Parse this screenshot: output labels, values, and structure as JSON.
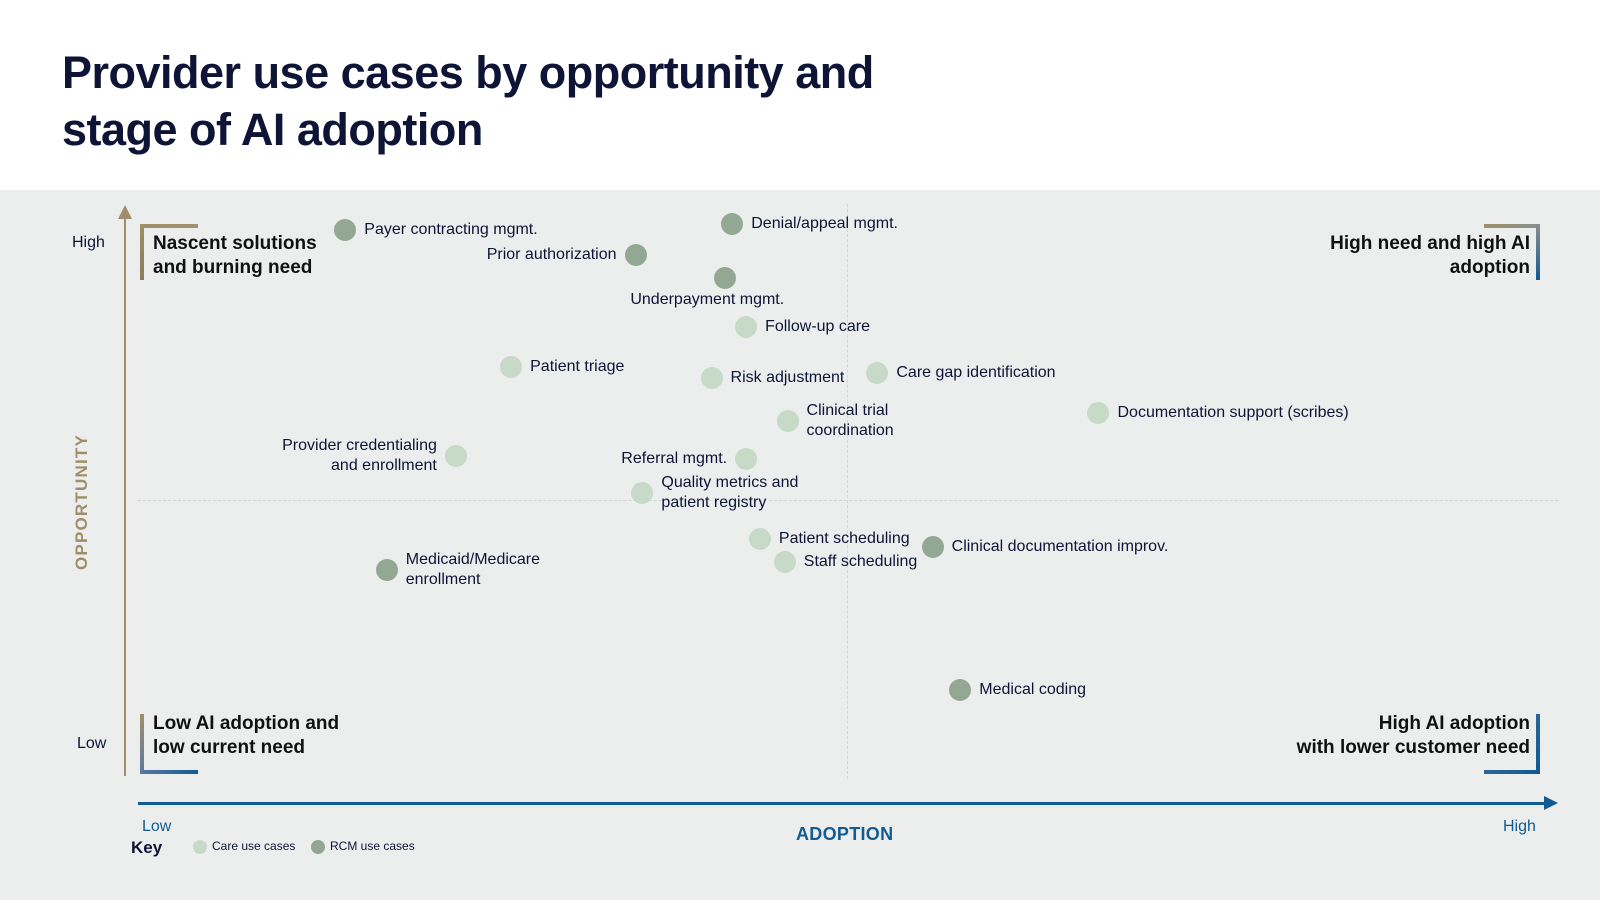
{
  "title": "Provider use cases by opportunity and\nstage of AI adoption",
  "colors": {
    "care": "#c6dac7",
    "rcm": "#93a893",
    "panel_background": "#eceeed",
    "title_text": "#0d1436",
    "y_axis": "#9e8f6a",
    "x_axis": "#125a92"
  },
  "axes": {
    "x_title": "ADOPTION",
    "y_title": "OPPORTUNITY",
    "x_low": "Low",
    "x_high": "High",
    "y_low": "Low",
    "y_high": "High"
  },
  "quadrants": [
    {
      "id": "top-left",
      "label": "Nascent solutions\nand burning need"
    },
    {
      "id": "top-right",
      "label": "High need and high AI\nadoption"
    },
    {
      "id": "bottom-left",
      "label": "Low AI adoption and\nlow current need"
    },
    {
      "id": "bottom-right",
      "label": "High AI adoption\nwith lower customer need"
    }
  ],
  "legend": {
    "key_label": "Key",
    "items": [
      {
        "label": "Care use cases",
        "category": "care"
      },
      {
        "label": "RCM use cases",
        "category": "rcm"
      }
    ]
  },
  "chart_data": {
    "type": "scatter",
    "title": "Provider use cases by opportunity and stage of AI adoption",
    "xlabel": "ADOPTION",
    "ylabel": "OPPORTUNITY",
    "xlim": [
      0,
      100
    ],
    "ylim": [
      0,
      100
    ],
    "xticks": [
      "Low",
      "High"
    ],
    "yticks": [
      "Low",
      "High"
    ],
    "grid": false,
    "legend_position": "bottom-left",
    "quadrant_divider_x": 51,
    "quadrant_divider_y": 51,
    "series": [
      {
        "name": "Care use cases",
        "color": "#c6dac7"
      },
      {
        "name": "RCM use cases",
        "color": "#93a893"
      }
    ],
    "points": [
      {
        "label": "Payer contracting mgmt.",
        "category": "rcm",
        "x": 15.0,
        "y": 95.5,
        "label_side": "right"
      },
      {
        "label": "Prior authorization",
        "category": "rcm",
        "x": 36.0,
        "y": 91.0,
        "label_side": "left"
      },
      {
        "label": "Denial/appeal mgmt.",
        "category": "rcm",
        "x": 43.0,
        "y": 96.5,
        "label_side": "right"
      },
      {
        "label": "Underpayment mgmt.",
        "category": "rcm",
        "x": 42.5,
        "y": 87.0,
        "label_side": "below"
      },
      {
        "label": "Follow-up care",
        "category": "care",
        "x": 44.0,
        "y": 78.5,
        "label_side": "right"
      },
      {
        "label": "Patient triage",
        "category": "care",
        "x": 27.0,
        "y": 71.5,
        "label_side": "right"
      },
      {
        "label": "Risk adjustment",
        "category": "care",
        "x": 41.5,
        "y": 69.5,
        "label_side": "right"
      },
      {
        "label": "Care gap identification",
        "category": "care",
        "x": 53.5,
        "y": 70.5,
        "label_side": "right"
      },
      {
        "label": "Documentation support (scribes)",
        "category": "care",
        "x": 69.5,
        "y": 63.5,
        "label_side": "right"
      },
      {
        "label": "Clinical trial\ncoordination",
        "category": "care",
        "x": 47.0,
        "y": 62.0,
        "label_side": "right"
      },
      {
        "label": "Provider credentialing\nand enrollment",
        "category": "care",
        "x": 23.0,
        "y": 56.0,
        "label_side": "left"
      },
      {
        "label": "Referral mgmt.",
        "category": "care",
        "x": 44.0,
        "y": 55.5,
        "label_side": "left"
      },
      {
        "label": "Quality metrics and\npatient registry",
        "category": "care",
        "x": 36.5,
        "y": 49.5,
        "label_side": "right"
      },
      {
        "label": "Patient scheduling",
        "category": "care",
        "x": 45.0,
        "y": 41.5,
        "label_side": "right"
      },
      {
        "label": "Staff scheduling",
        "category": "care",
        "x": 46.8,
        "y": 37.5,
        "label_side": "right"
      },
      {
        "label": "Clinical documentation improv.",
        "category": "rcm",
        "x": 57.5,
        "y": 40.0,
        "label_side": "right"
      },
      {
        "label": "Medicaid/Medicare\nenrollment",
        "category": "rcm",
        "x": 18.0,
        "y": 36.0,
        "label_side": "right"
      },
      {
        "label": "Medical coding",
        "category": "rcm",
        "x": 59.5,
        "y": 15.0,
        "label_side": "right"
      }
    ]
  }
}
